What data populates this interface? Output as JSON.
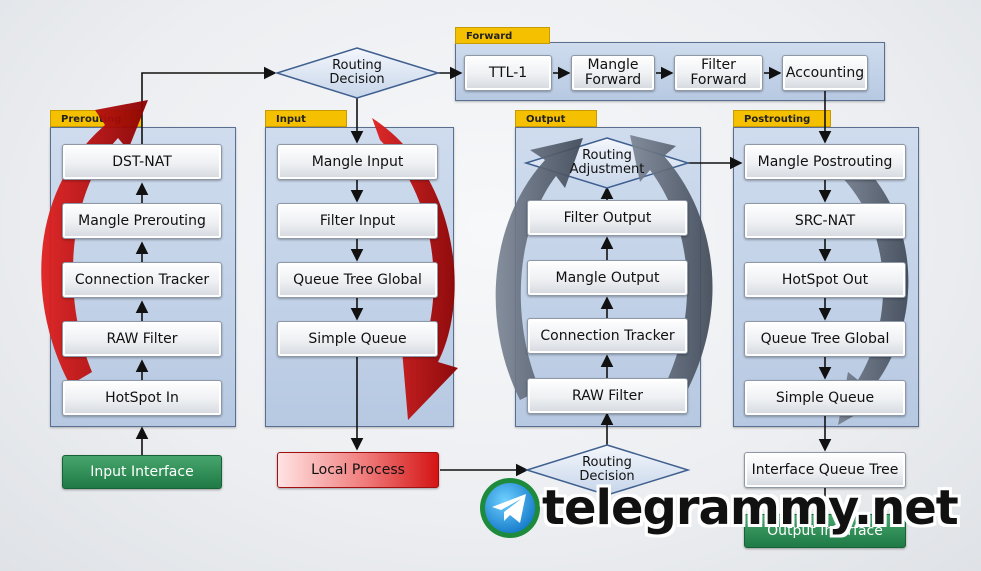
{
  "chains": {
    "forward": "Forward",
    "prerouting": "Prerouting",
    "input": "Input",
    "output": "Output",
    "postrouting": "Postrouting"
  },
  "nodes": {
    "dst_nat": "DST-NAT",
    "mangle_prerouting": "Mangle Prerouting",
    "connection_tracker_pre": "Connection Tracker",
    "raw_filter_pre": "RAW Filter",
    "hotspot_in": "HotSpot In",
    "input_interface": "Input Interface",
    "routing_decision_top": "Routing\nDecision",
    "mangle_input": "Mangle Input",
    "filter_input": "Filter Input",
    "queue_tree_global_in": "Queue Tree Global",
    "simple_queue_in": "Simple Queue",
    "local_process": "Local Process",
    "ttl": "TTL-1",
    "mangle_forward": "Mangle\nForward",
    "filter_forward": "Filter\nForward",
    "accounting": "Accounting",
    "routing_adjustment": "Routing\nAdjustment",
    "filter_output": "Filter Output",
    "mangle_output": "Mangle Output",
    "connection_tracker_out": "Connection Tracker",
    "raw_filter_out": "RAW Filter",
    "routing_decision_bottom": "Routing\nDecision",
    "mangle_postrouting": "Mangle Postrouting",
    "src_nat": "SRC-NAT",
    "hotspot_out": "HotSpot Out",
    "queue_tree_global_post": "Queue Tree Global",
    "simple_queue_post": "Simple Queue",
    "interface_queue_tree": "Interface Queue Tree",
    "output_interface": "Output Interface"
  },
  "watermark": "telegrammy.net",
  "icons": [
    "telegram-logo-icon",
    "red-curved-arrow-icon",
    "gray-curved-arrow-icon"
  ],
  "colors": {
    "chain_tag": "#f5c000",
    "panel": "#c3d3e8",
    "input_interface": "#2e8b57",
    "local_process": "#e02020",
    "red_arrow": "#c00000",
    "gray_arrow": "#5b6675"
  }
}
